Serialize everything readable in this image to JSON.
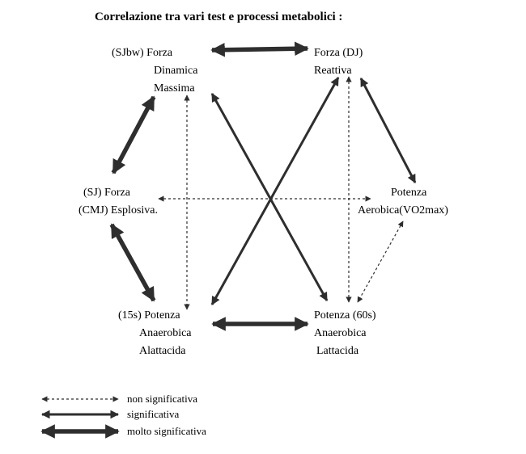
{
  "title": "Correlazione tra vari test e processi metabolici :",
  "nodes": {
    "forza_dinamica": [
      "(SJbw) Forza",
      "Dinamica",
      "Massima"
    ],
    "forza_reattiva": [
      "Forza (DJ)",
      "Reattiva"
    ],
    "forza_esplosiva": [
      "(SJ)  Forza",
      "(CMJ) Esplosiva."
    ],
    "potenza_aerobica": [
      "Potenza",
      "Aerobica(VO2max)"
    ],
    "potenza_alattacida": [
      "(15s) Potenza",
      "Anaerobica",
      "Alattacida"
    ],
    "potenza_lattacida": [
      "Potenza (60s)",
      "Anaerobica",
      "Lattacida"
    ]
  },
  "legend": {
    "non_significativa": "non significativa",
    "significativa": "significativa",
    "molto_significativa": "molto significativa"
  },
  "colors": {
    "ink": "#2e2e2e",
    "text": "#1a1a1a"
  }
}
